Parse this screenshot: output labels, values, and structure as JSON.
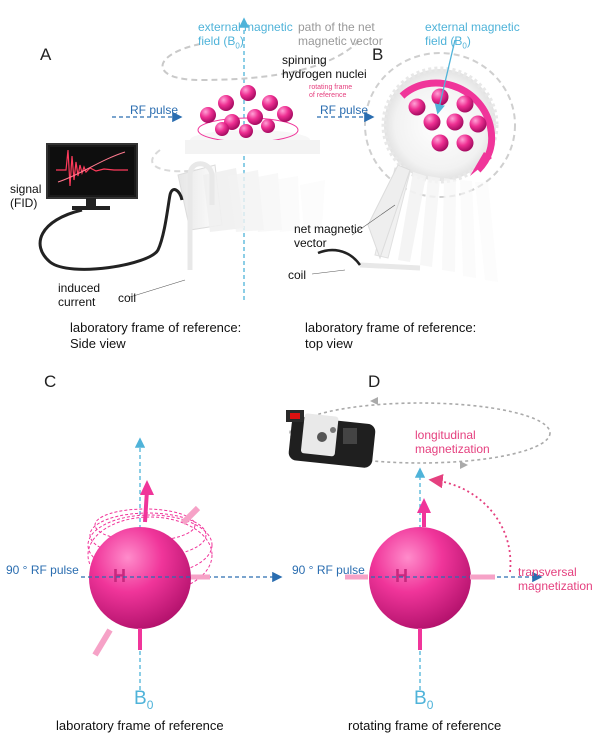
{
  "panels": {
    "a": {
      "letter": "A",
      "field_line1": "external magnetic",
      "field_line2": "field (B",
      "field_sub": "0",
      "field_close": ")",
      "path_line1": "path of the net",
      "path_line2": "magnetic vector",
      "nuclei_line1": "spinning",
      "nuclei_line2": "hydrogen nuclei",
      "rot_line1": "rotating frame",
      "rot_line2": "of reference",
      "rf": "RF pulse",
      "signal_line1": "signal",
      "signal_line2": "(FID)",
      "induced_line1": "induced",
      "induced_line2": "current",
      "coil": "coil",
      "caption_line1": "laboratory frame of reference:",
      "caption_line2": "Side view"
    },
    "b": {
      "letter": "B",
      "field_line1": "external magnetic",
      "field_line2": "field (B",
      "field_sub": "0",
      "field_close": ")",
      "rf": "RF pulse",
      "vector_line1": "net magnetic",
      "vector_line2": "vector",
      "coil": "coil",
      "caption_line1": "laboratory frame of reference:",
      "caption_line2": "top view"
    },
    "c": {
      "letter": "C",
      "rf": "90 ° RF pulse",
      "b0": "B",
      "b0_sub": "0",
      "caption": "laboratory frame of reference"
    },
    "d": {
      "letter": "D",
      "rf": "90 ° RF pulse",
      "long_line1": "longitudinal",
      "long_line2": "magnetization",
      "trans_line1": "transversal",
      "trans_line2": "magnetization",
      "b0": "B",
      "b0_sub": "0",
      "caption": "rotating frame of reference"
    }
  },
  "colors": {
    "sphere": "#f0359a",
    "field_blue": "#4fb3d9",
    "rf_blue": "#2a6db0",
    "pink_text": "#e5407f",
    "gray_text": "#999999"
  }
}
